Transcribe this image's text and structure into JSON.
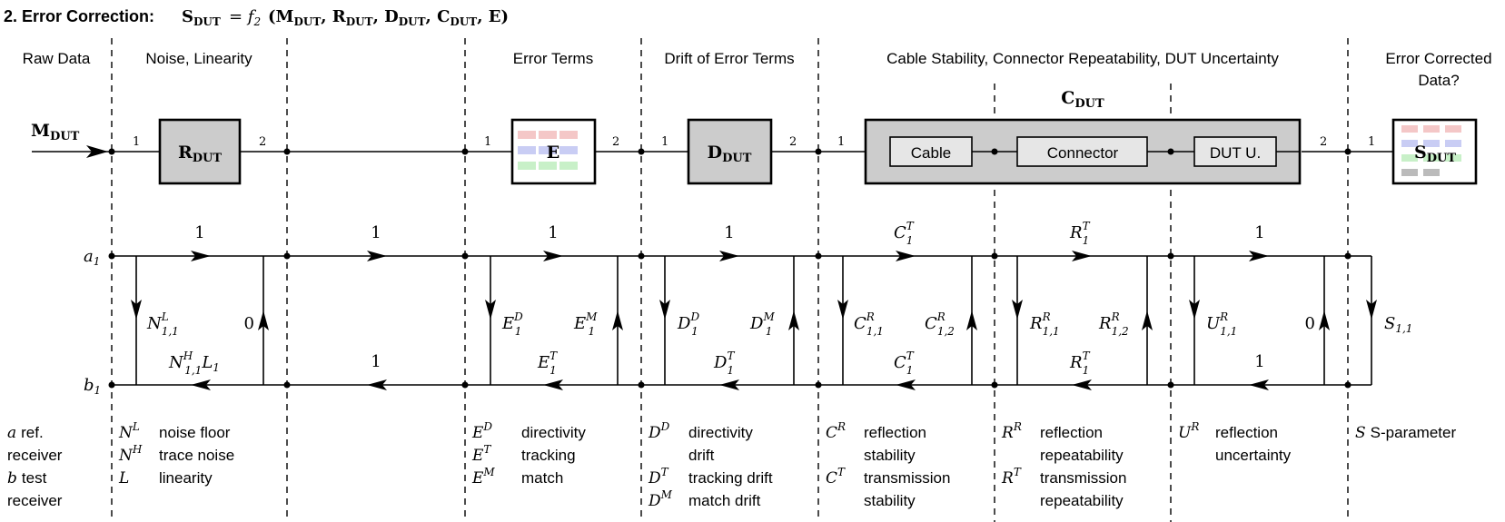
{
  "title": {
    "prefix": "2. Error Correction:",
    "formula": "S",
    "formula_sub": "DUT",
    "formula_rest": " = f",
    "formula_f_sub": "2",
    "formula_args": "(M",
    "args_list": [
      "M",
      "R",
      "D",
      "C",
      "E"
    ]
  },
  "columns": {
    "raw_data": "Raw Data",
    "noise_linearity": "Noise, Linearity",
    "error_terms": "Error Terms",
    "drift": "Drift of Error Terms",
    "cable_stability": "Cable Stability, Connector Repeatability, DUT Uncertainty",
    "error_corrected_1": "Error Corrected",
    "error_corrected_2": "Data?"
  },
  "blocks": {
    "m_dut": "M",
    "r_dut": "R",
    "e": "E",
    "d_dut": "D",
    "c_dut": "C",
    "s_dut": "S",
    "sub_dut": "DUT",
    "cable": "Cable",
    "connector": "Connector",
    "dut_u": "DUT U."
  },
  "ports": {
    "p1": "1",
    "p2": "2"
  },
  "nodes": {
    "a1": "a",
    "b1": "b",
    "sub1": "1"
  },
  "branches": {
    "one": "1",
    "zero": "0",
    "n11": "N",
    "n11_sup": "L",
    "n11_sub": "1,1",
    "nh": "N",
    "nh_sup": "H",
    "nh_sub": "1,1",
    "l1": "L",
    "l1_sub": "1",
    "e_d": "E",
    "e_d_sup": "D",
    "e_d_sub": "1",
    "e_m": "E",
    "e_m_sup": "M",
    "e_m_sub": "1",
    "e_t": "E",
    "e_t_sup": "T",
    "e_t_sub": "1",
    "d_d": "D",
    "d_d_sup": "D",
    "d_d_sub": "1",
    "d_m": "D",
    "d_m_sup": "M",
    "d_m_sub": "1",
    "d_t": "D",
    "d_t_sup": "T",
    "d_t_sub": "1",
    "c_t": "C",
    "c_t_sup": "T",
    "c_t_sub": "1",
    "c_r11": "C",
    "c_r11_sup": "R",
    "c_r11_sub": "1,1",
    "c_r12": "C",
    "c_r12_sup": "R",
    "c_r12_sub": "1,2",
    "r_t": "R",
    "r_t_sup": "T",
    "r_t_sub": "1",
    "r_r11": "R",
    "r_r11_sup": "R",
    "r_r11_sub": "1,1",
    "r_r12": "R",
    "r_r12_sup": "R",
    "r_r12_sub": "1,2",
    "u_r11": "U",
    "u_r11_sup": "R",
    "u_r11_sub": "1,1",
    "s11": "S",
    "s11_sub": "1,1"
  },
  "legend": {
    "raw": {
      "a_sym": "a",
      "a_text": "ref.",
      "a_text2": "receiver",
      "b_sym": "b",
      "b_text": "test",
      "b_text2": "receiver"
    },
    "noise": [
      {
        "sym": "N",
        "sup": "L",
        "text": "noise floor"
      },
      {
        "sym": "N",
        "sup": "H",
        "text": "trace noise"
      },
      {
        "sym": "L",
        "sup": "",
        "text": "linearity"
      }
    ],
    "error": [
      {
        "sym": "E",
        "sup": "D",
        "text": "directivity"
      },
      {
        "sym": "E",
        "sup": "T",
        "text": "tracking"
      },
      {
        "sym": "E",
        "sup": "M",
        "text": "match"
      }
    ],
    "drift": [
      {
        "sym": "D",
        "sup": "D",
        "text": "directivity",
        "text2": "drift"
      },
      {
        "sym": "D",
        "sup": "T",
        "text": "tracking drift"
      },
      {
        "sym": "D",
        "sup": "M",
        "text": "match drift"
      }
    ],
    "cable": [
      {
        "sym": "C",
        "sup": "R",
        "text": "reflection",
        "text2": "stability"
      },
      {
        "sym": "C",
        "sup": "T",
        "text": "transmission",
        "text2": "stability"
      }
    ],
    "connector": [
      {
        "sym": "R",
        "sup": "R",
        "text": "reflection",
        "text2": "repeatability"
      },
      {
        "sym": "R",
        "sup": "T",
        "text": "transmission",
        "text2": "repeatability"
      }
    ],
    "dut": [
      {
        "sym": "U",
        "sup": "R",
        "text": "reflection",
        "text2": "uncertainty"
      }
    ],
    "sparam": {
      "sym": "S",
      "text": "S-parameter"
    }
  }
}
